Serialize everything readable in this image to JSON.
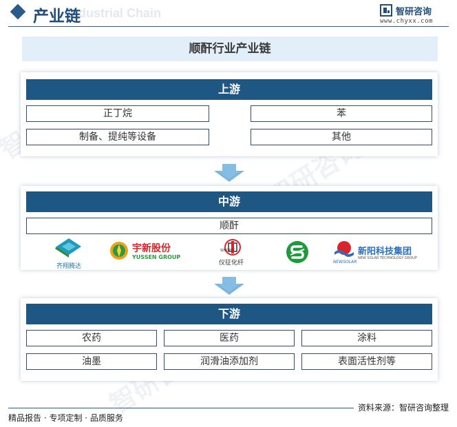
{
  "header": {
    "title": "产业链",
    "watermark": "Industrial Chain",
    "brand_name": "智研咨询",
    "brand_url": "www.chyxx.com"
  },
  "main_title": "顺酐行业产业链",
  "upstream": {
    "label": "上游",
    "items": [
      "正丁烷",
      "苯",
      "制备、提纯等设备",
      "其他"
    ]
  },
  "midstream": {
    "label": "中游",
    "items": [
      "顺酐"
    ],
    "companies": [
      {
        "name": "齐翔腾达",
        "icon": "qixiang-tengda-logo"
      },
      {
        "name": "宇新股份",
        "sub": "YUSSEN GROUP",
        "icon": "yussen-logo"
      },
      {
        "name": "仪征化纤",
        "sub": "SINOPEC",
        "icon": "sinopec-logo"
      },
      {
        "name": "",
        "icon": "green-s-logo"
      },
      {
        "name": "新阳科技集团",
        "sub": "NEW SOLAR TECHNOLOGY GROUP",
        "badge": "NEWSOLAR",
        "icon": "new-solar-logo"
      }
    ]
  },
  "downstream": {
    "label": "下游",
    "items": [
      "农药",
      "医药",
      "涂料",
      "油墨",
      "润滑油添加剂",
      "表面活性剂等"
    ]
  },
  "watermark_text": "智研咨询",
  "footer": {
    "left": "精品报告 · 专项定制 · 品质服务",
    "right": "资料来源：智研咨询整理"
  },
  "colors": {
    "primary": "#1e5783",
    "title_bg": "#e3eff8",
    "arrow": "#5ba3d6",
    "green": "#1f9a3a",
    "red": "#d9252a"
  }
}
